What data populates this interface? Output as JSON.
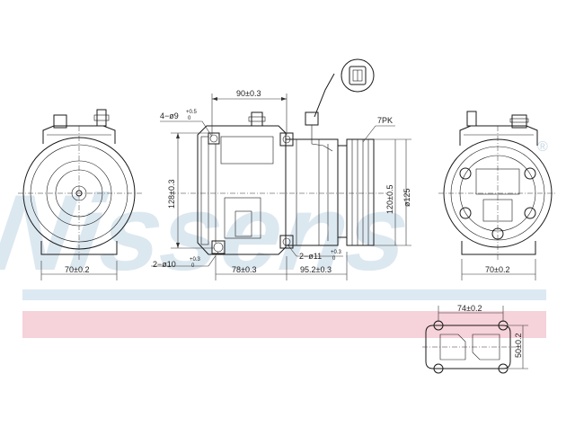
{
  "brand": {
    "watermark": "Nissens",
    "registered_mark": "®",
    "watermark_color": "#d6e4ee"
  },
  "colors": {
    "band_blue": "#dce9f2",
    "band_pink": "#f6d2da",
    "line": "#1a1a1a"
  },
  "dimensions": {
    "top_length": "90±0.3",
    "mount_holes_top": "4−ø9",
    "mount_holes_top_tol": "+0.5",
    "mount_holes_top_tol2": "0",
    "height_body": "128±0.3",
    "mount_holes_bottom": "2−ø10",
    "mount_holes_bottom_tol": "+0.3",
    "mount_holes_bottom_tol2": "0",
    "length_a": "78±0.3",
    "length_b": "95.2±0.3",
    "small_holes": "2−ø11",
    "small_holes_tol": "+0.3",
    "small_holes_tol2": "0",
    "belt": "7PK",
    "pulley_center": "120±0.5",
    "pulley_diameter": "ø125",
    "left_view_width": "70±0.2",
    "right_view_width": "70±0.2",
    "port_width": "74±0.2",
    "port_height": "50±0.2"
  }
}
